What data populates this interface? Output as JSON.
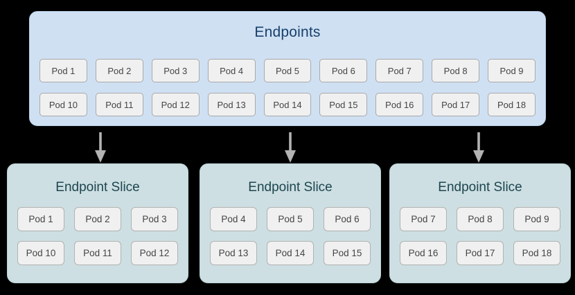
{
  "colors": {
    "canvas": "#000000",
    "endpoints_panel_fill": "#cfe0f3",
    "endpoints_panel_border": "#b9d2ea",
    "endpoints_title_text": "#17406b",
    "slice_card_fill": "#cddfe2",
    "slice_card_border": "#bdd3d7",
    "slice_title_text": "#1d4550",
    "pod_fill": "#f0f0f0",
    "pod_border": "#a9a9a9",
    "pod_text": "#444444",
    "arrow": "#b3b3b3"
  },
  "endpoints": {
    "title": "Endpoints",
    "rows": [
      [
        "Pod 1",
        "Pod 2",
        "Pod 3",
        "Pod 4",
        "Pod 5",
        "Pod 6",
        "Pod 7",
        "Pod 8",
        "Pod 9"
      ],
      [
        "Pod 10",
        "Pod 11",
        "Pod 12",
        "Pod 13",
        "Pod 14",
        "Pod 15",
        "Pod 16",
        "Pod 17",
        "Pod 18"
      ]
    ]
  },
  "arrows": [
    {
      "name": "arrow-to-slice-1",
      "direction": "down"
    },
    {
      "name": "arrow-to-slice-2",
      "direction": "down"
    },
    {
      "name": "arrow-to-slice-3",
      "direction": "down"
    }
  ],
  "slices": [
    {
      "title": "Endpoint Slice",
      "rows": [
        [
          "Pod 1",
          "Pod 2",
          "Pod 3"
        ],
        [
          "Pod 10",
          "Pod 11",
          "Pod 12"
        ]
      ]
    },
    {
      "title": "Endpoint Slice",
      "rows": [
        [
          "Pod 4",
          "Pod 5",
          "Pod 6"
        ],
        [
          "Pod 13",
          "Pod 14",
          "Pod 15"
        ]
      ]
    },
    {
      "title": "Endpoint Slice",
      "rows": [
        [
          "Pod 7",
          "Pod 8",
          "Pod 9"
        ],
        [
          "Pod 16",
          "Pod 17",
          "Pod 18"
        ]
      ]
    }
  ]
}
